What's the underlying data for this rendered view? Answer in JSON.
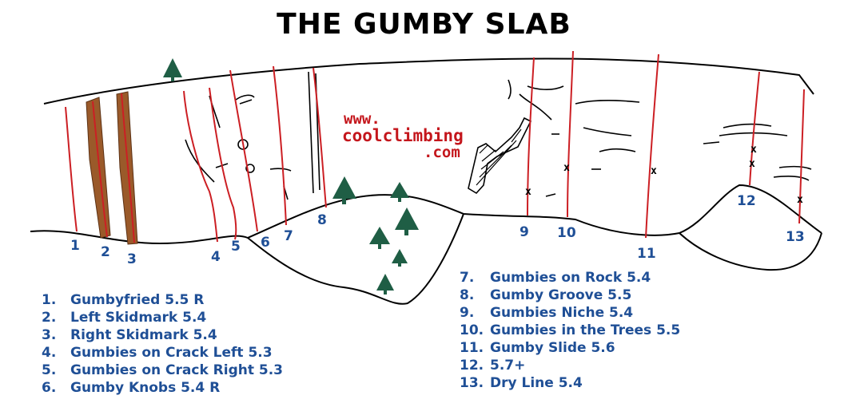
{
  "title": "THE GUMBY SLAB",
  "watermark": {
    "line1": "www.",
    "line2": "coolclimbing",
    "line3": ".com"
  },
  "colors": {
    "route_line": "#cc1f24",
    "label_blue": "#1f4f96",
    "tree_green": "#1f5e45",
    "stain_brown": "#9a5a2a",
    "watermark_red": "#c4161c"
  },
  "route_numbers": [
    "1",
    "2",
    "3",
    "4",
    "5",
    "6",
    "7",
    "8",
    "9",
    "10",
    "11",
    "12",
    "13"
  ],
  "legend_left": [
    {
      "num": "1.",
      "text": "Gumbyfried 5.5 R"
    },
    {
      "num": "2.",
      "text": "Left Skidmark 5.4"
    },
    {
      "num": "3.",
      "text": "Right Skidmark 5.4"
    },
    {
      "num": "4.",
      "text": "Gumbies on Crack Left 5.3"
    },
    {
      "num": "5.",
      "text": "Gumbies on Crack Right 5.3"
    },
    {
      "num": "6.",
      "text": "Gumby Knobs 5.4 R"
    }
  ],
  "legend_right": [
    {
      "num": "7.",
      "text": "Gumbies on Rock 5.4"
    },
    {
      "num": "8.",
      "text": "Gumby Groove 5.5"
    },
    {
      "num": "9.",
      "text": "Gumbies Niche 5.4"
    },
    {
      "num": "10.",
      "text": "Gumbies in the Trees 5.5"
    },
    {
      "num": "11.",
      "text": "Gumby Slide 5.6"
    },
    {
      "num": "12.",
      "text": "5.7+"
    },
    {
      "num": "13.",
      "text": "Dry Line 5.4"
    }
  ],
  "icons": [
    "tree-icon",
    "bolt-marker-icon"
  ]
}
